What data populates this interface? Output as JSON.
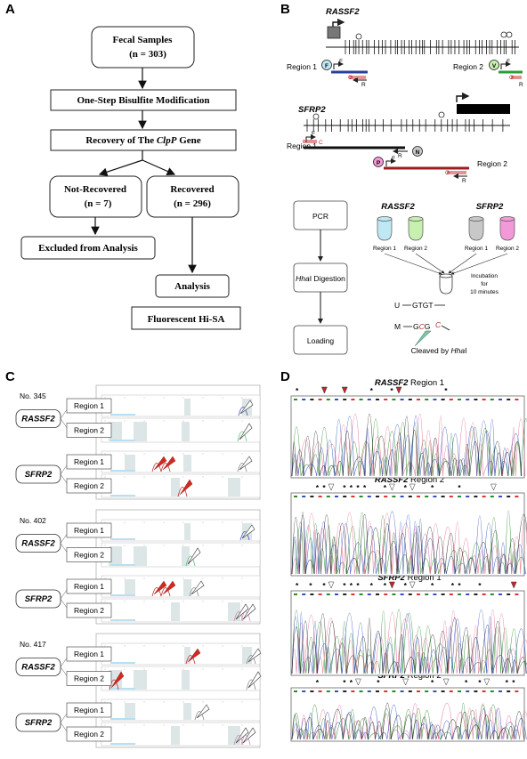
{
  "panels": {
    "a": "A",
    "b": "B",
    "c": "C",
    "d": "D"
  },
  "panel_a": {
    "fecal_line1": "Fecal Samples",
    "fecal_line2": "(n = 303)",
    "bisulfite": "One-Step Bisulfite Modification",
    "recovery_prefix": "Recovery of The",
    "recovery_gene": "ClpP",
    "recovery_suffix": "Gene",
    "not_recovered_line1": "Not-Recovered",
    "not_recovered_line2": "(n = 7)",
    "recovered_line1": "Recovered",
    "recovered_line2": "(n = 296)",
    "excluded": "Excluded from Analysis",
    "analysis": "Analysis",
    "fluorescent": "Fluorescent Hi-SA"
  },
  "panel_b": {
    "rassf2": "RASSF2",
    "sfrp2": "SFRP2",
    "region1": "Region 1",
    "region2": "Region 2",
    "f": "F",
    "r": "R",
    "g": "G",
    "c": "C",
    "v": "V",
    "n": "N",
    "p": "P",
    "pcr": "PCR",
    "hhai_italic": "Hha",
    "digestion_suffix": "I Digestion",
    "loading": "Loading",
    "incubation_line1": "Incubation",
    "incubation_line2": "for",
    "incubation_line3": "10 minutes",
    "u": "U",
    "m": "M",
    "u_seq": "GTGT",
    "m_seq_g": "G",
    "m_seq_c1": "C",
    "m_seq_g2": "G",
    "m_seq_c2": "C",
    "cleaved_prefix": "Cleaved by",
    "cleaved_enzyme": "Hha",
    "cleaved_suffix": "I",
    "tube_colors": [
      "#bfe8f5",
      "#c7efb0",
      "#c8c8c8",
      "#f29ad8"
    ]
  },
  "panel_c": {
    "samples": [
      {
        "no": "No. 345"
      },
      {
        "no": "No. 402"
      },
      {
        "no": "No. 417"
      }
    ],
    "rassf2": "RASSF2",
    "sfrp2": "SFRP2",
    "region1": "Region 1",
    "region2": "Region 2"
  },
  "panel_d": {
    "traces": [
      {
        "gene": "RASSF2",
        "region": " Region 1"
      },
      {
        "gene": "RASSF2",
        "region": " Region 2"
      },
      {
        "gene": "SFRP2",
        "region": " Region 1"
      },
      {
        "gene": "SFRP2",
        "region": " Region 2"
      }
    ]
  },
  "colors": {
    "blue": "#2b3f9c",
    "red": "#c0282a",
    "green": "#2f9c3a",
    "dark_red": "#9b1f1f",
    "black": "#111111"
  }
}
